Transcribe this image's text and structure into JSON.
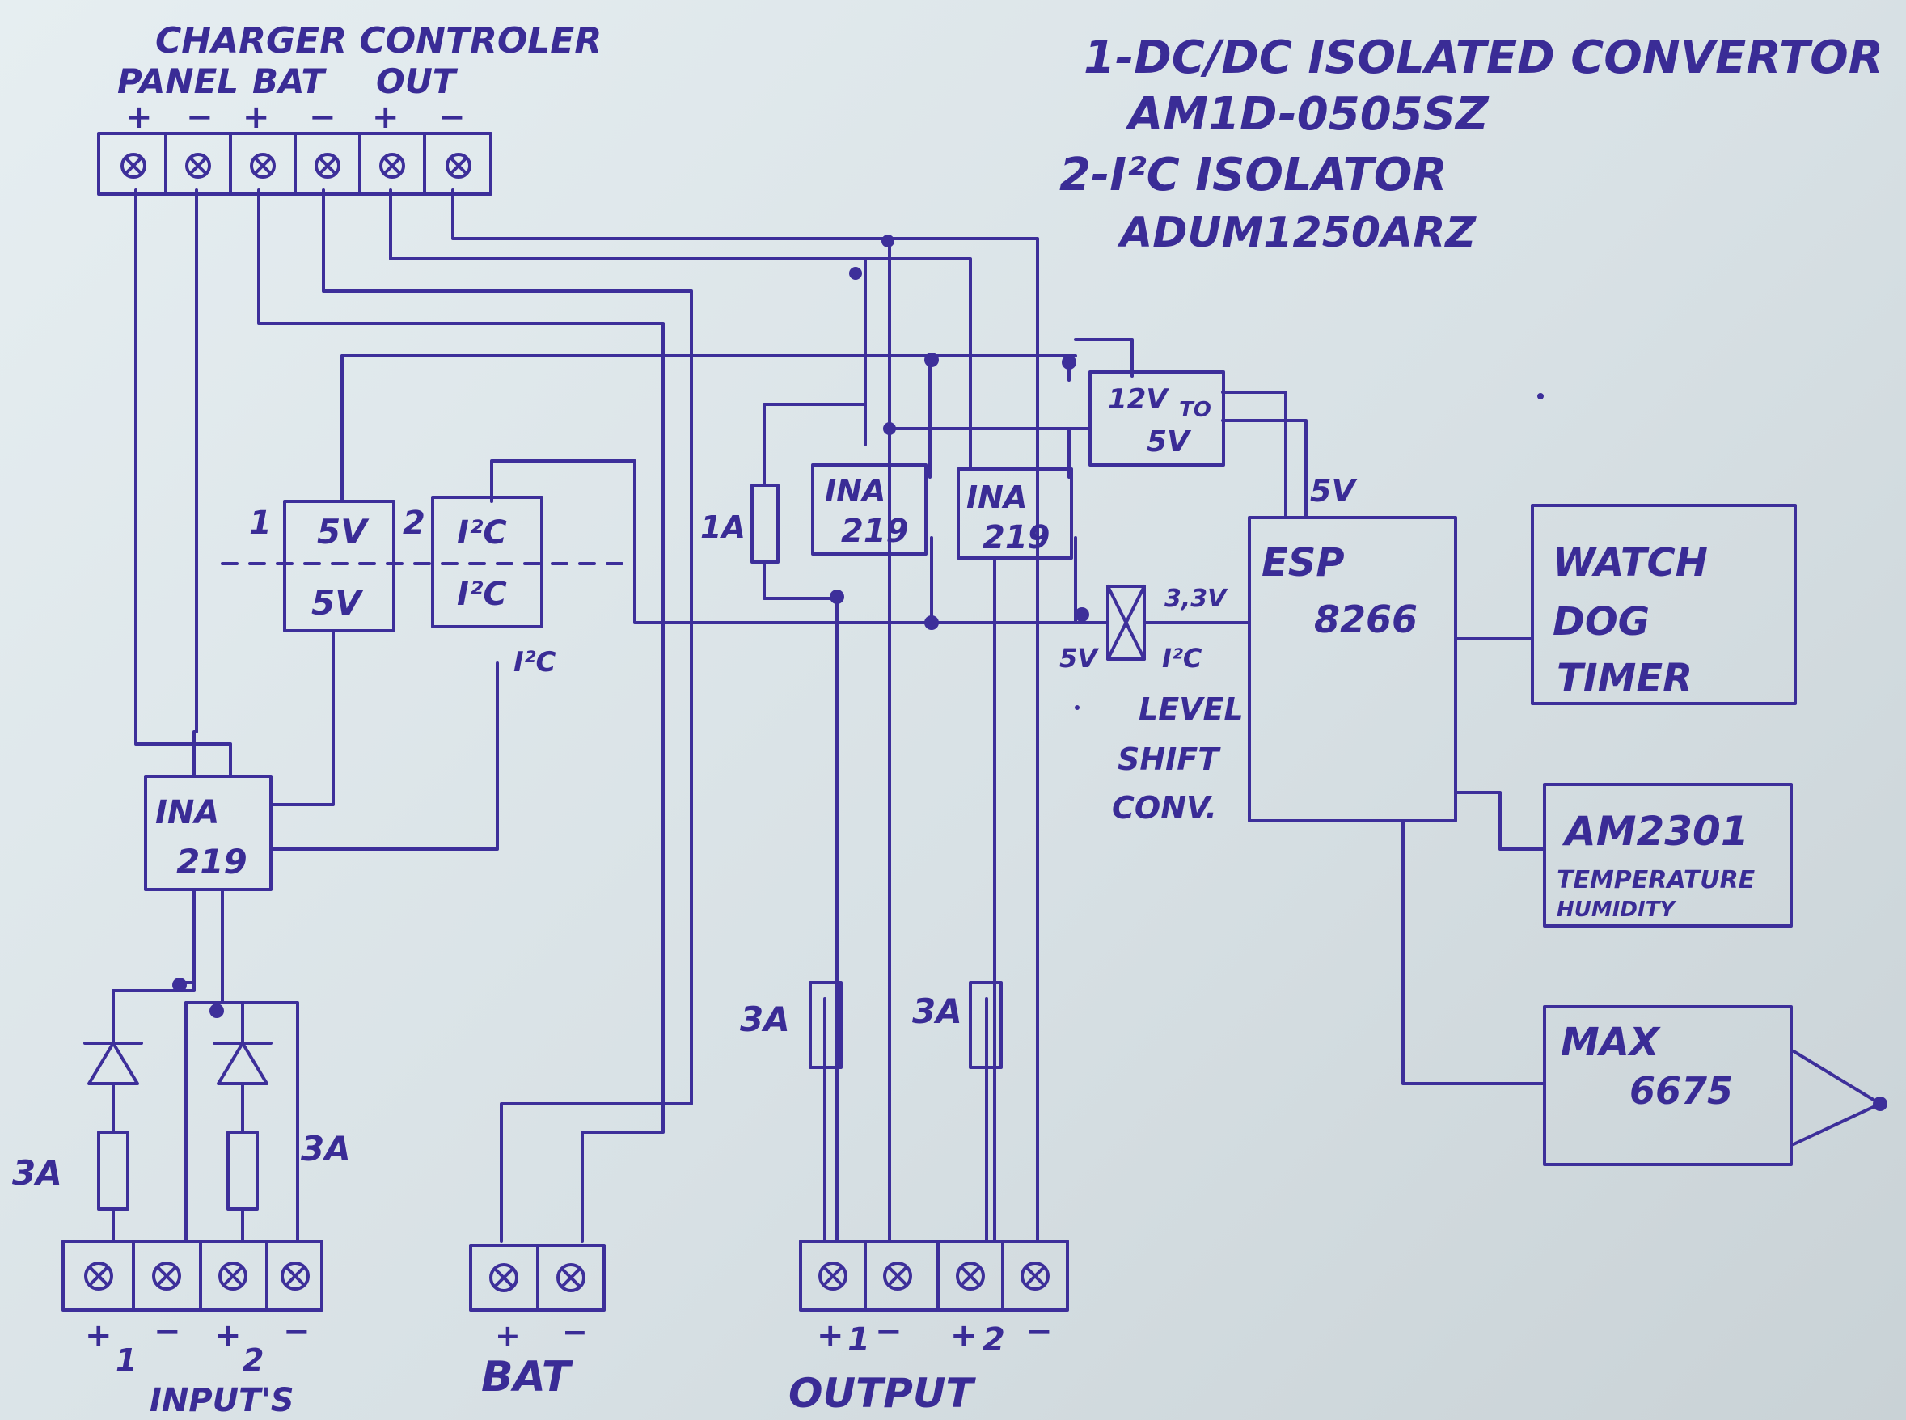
{
  "notes": {
    "line1": "1-DC/DC ISOLATED CONVERTOR",
    "line2": "AM1D-0505SZ",
    "line3": "2-I²C ISOLATOR",
    "line4": "ADUM1250ARZ"
  },
  "charger": {
    "title": "CHARGER CONTROLER",
    "panel": "PANEL",
    "bat": "BAT",
    "out": "OUT",
    "plus": "+",
    "minus": "−"
  },
  "isolators": {
    "num1": "1",
    "num2": "2",
    "dc_top": "5V",
    "dc_bottom": "5V",
    "i2c_top": "I²C",
    "i2c_bottom": "I²C",
    "i2c_label": "I²C"
  },
  "ina_inputs": {
    "line1": "INA",
    "line2": "219"
  },
  "ina_out1": {
    "line1": "INA",
    "line2": "219"
  },
  "ina_out2": {
    "line1": "INA",
    "line2": "219"
  },
  "fuses": {
    "f_1a": "1A",
    "f_in1": "3A",
    "f_in2": "3A",
    "f_out1": "3A",
    "f_out2": "3A"
  },
  "regulator": {
    "line1": "12V",
    "line2": "TO",
    "line3": "5V"
  },
  "level_shift": {
    "v33": "3,3V",
    "v5": "5V",
    "i2c": "I²C",
    "line1": "LEVEL",
    "line2": "SHIFT",
    "line3": "CONV."
  },
  "esp": {
    "supply": "5V",
    "line1": "ESP",
    "line2": "8266"
  },
  "watchdog": {
    "line1": "WATCH",
    "line2": "DOG",
    "line3": "TIMER"
  },
  "am2301": {
    "line1": "AM2301",
    "line2": "TEMPERATURE",
    "line3": "HUMIDITY"
  },
  "max6675": {
    "line1": "MAX",
    "line2": "6675"
  },
  "inputs_terminal": {
    "plus": "+",
    "minus": "−",
    "n1": "1",
    "n2": "2",
    "label": "INPUT'S"
  },
  "bat_terminal": {
    "plus": "+",
    "minus": "−",
    "label": "BAT"
  },
  "output_terminal": {
    "plus": "+",
    "minus": "−",
    "n1": "1",
    "n2": "2",
    "label": "OUTPUT"
  }
}
